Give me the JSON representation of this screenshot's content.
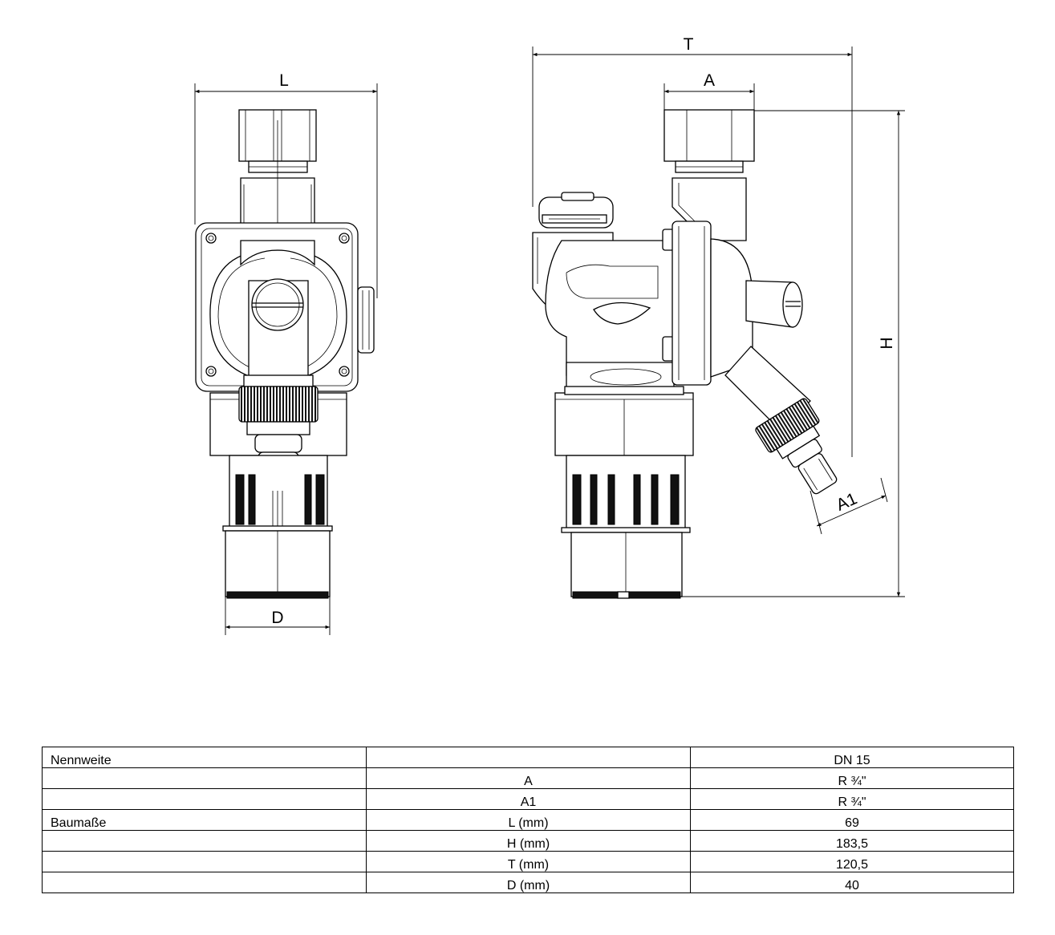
{
  "drawing": {
    "dimensions": {
      "front_width": "L",
      "front_bottom_width": "D",
      "side_total_depth": "T",
      "side_connection": "A",
      "side_height": "H",
      "side_outlet": "A1"
    }
  },
  "table": {
    "rows": [
      {
        "label": "Nennweite",
        "param": "",
        "value": "DN 15"
      },
      {
        "label": "",
        "param": "A",
        "value": "R ¾\""
      },
      {
        "label": "",
        "param": "A1",
        "value": "R ¾\""
      },
      {
        "label": "Baumaße",
        "param": "L (mm)",
        "value": "69"
      },
      {
        "label": "",
        "param": "H (mm)",
        "value": "183,5"
      },
      {
        "label": "",
        "param": "T (mm)",
        "value": "120,5"
      },
      {
        "label": "",
        "param": "D (mm)",
        "value": "40"
      }
    ]
  }
}
